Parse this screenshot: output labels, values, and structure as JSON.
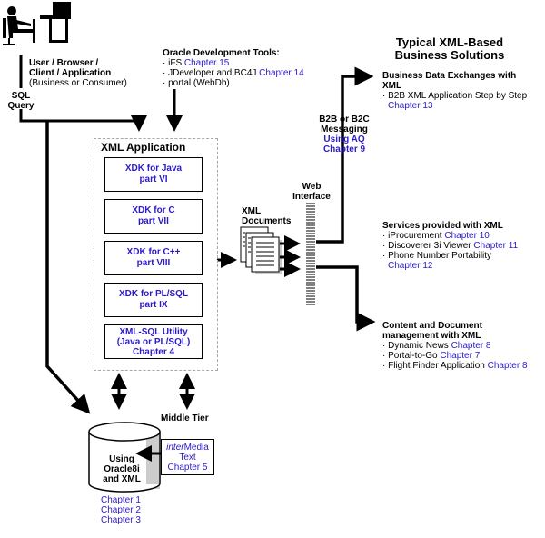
{
  "user": {
    "label_lines": [
      "User / Browser /",
      "Client / Application"
    ],
    "sublabel": "(Business or Consumer)",
    "query_label_lines": [
      "SQL",
      "Query"
    ]
  },
  "dev_tools": {
    "title": "Oracle Development Tools:",
    "items": [
      {
        "text": "iFS",
        "link": "Chapter 15"
      },
      {
        "text": "JDeveloper and BC4J",
        "link": "Chapter 14"
      },
      {
        "text": "portal (WebDb)",
        "link": ""
      }
    ]
  },
  "xml_application": {
    "title": "XML Application",
    "components": [
      {
        "lines": [
          "XDK for Java",
          "part VI"
        ]
      },
      {
        "lines": [
          "XDK for C",
          "part VII"
        ]
      },
      {
        "lines": [
          "XDK for C++",
          "part VIII"
        ]
      },
      {
        "lines": [
          "XDK for PL/SQL",
          "part IX"
        ]
      },
      {
        "lines": [
          "XML-SQL Utility",
          "(Java or PL/SQL)",
          "Chapter 4"
        ]
      }
    ]
  },
  "xml_documents": {
    "label_lines": [
      "XML",
      "Documents"
    ]
  },
  "web_interface": {
    "label_lines": [
      "Web",
      "Interface"
    ]
  },
  "messaging": {
    "label_lines": [
      "B2B or B2C",
      "Messaging"
    ],
    "link_lines": [
      "Using AQ",
      "Chapter 9"
    ]
  },
  "solutions": {
    "title_lines": [
      "Typical XML-Based",
      "Business Solutions"
    ],
    "sections": [
      {
        "title_lines": [
          "Business Data Exchanges with",
          "XML"
        ],
        "items": [
          {
            "text": "B2B XML Application Step by Step",
            "link": "Chapter 13"
          }
        ]
      },
      {
        "title_lines": [
          "Services provided with XML"
        ],
        "items": [
          {
            "text": "iProcurement",
            "link": "Chapter 10"
          },
          {
            "text": "Discoverer 3i Viewer",
            "link": "Chapter 11"
          },
          {
            "text": "Phone Number Portability",
            "link": "Chapter 12"
          }
        ]
      },
      {
        "title_lines": [
          "Content and Document",
          "management with XML"
        ],
        "items": [
          {
            "text": "Dynamic News",
            "link": "Chapter 8"
          },
          {
            "text": "Portal-to-Go",
            "link": "Chapter 7"
          },
          {
            "text": "Flight Finder Application",
            "link": "Chapter 8"
          }
        ]
      }
    ]
  },
  "middle_tier": {
    "label": "Middle Tier"
  },
  "database": {
    "label_lines": [
      "Using",
      "Oracle8i",
      "and XML"
    ],
    "chapters": [
      "Chapter 1",
      "Chapter 2",
      "Chapter 3"
    ]
  },
  "intermedia": {
    "italic": "inter",
    "rest": "Media",
    "lines": [
      "Text",
      "Chapter 5"
    ]
  },
  "colors": {
    "link": "#2a1ac8",
    "dashed_border": "#a8a8a8",
    "shadow": "#cccccc"
  }
}
